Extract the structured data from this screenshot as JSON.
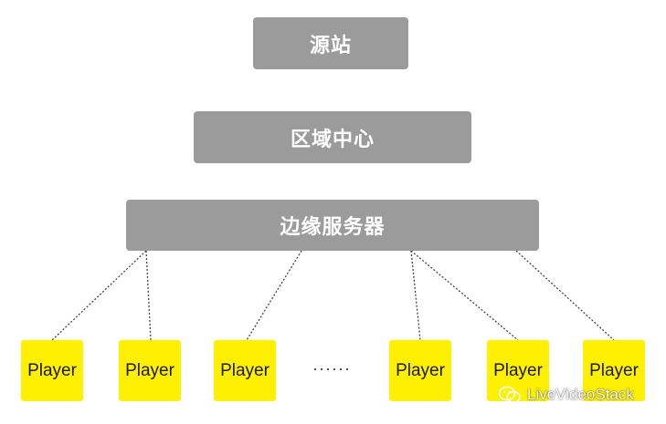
{
  "diagram": {
    "origin_label": "源站",
    "regional_label": "区域中心",
    "edge_label": "边缘服务器",
    "players": [
      "Player",
      "Player",
      "Player",
      "Player",
      "Player",
      "Player"
    ],
    "ellipsis": "······",
    "colors": {
      "server_box": "#9b9b9b",
      "player_box": "#ffef00",
      "connector": "#444444"
    }
  },
  "watermark": {
    "text": "LiveVideoStack",
    "icon": "wechat-icon"
  }
}
